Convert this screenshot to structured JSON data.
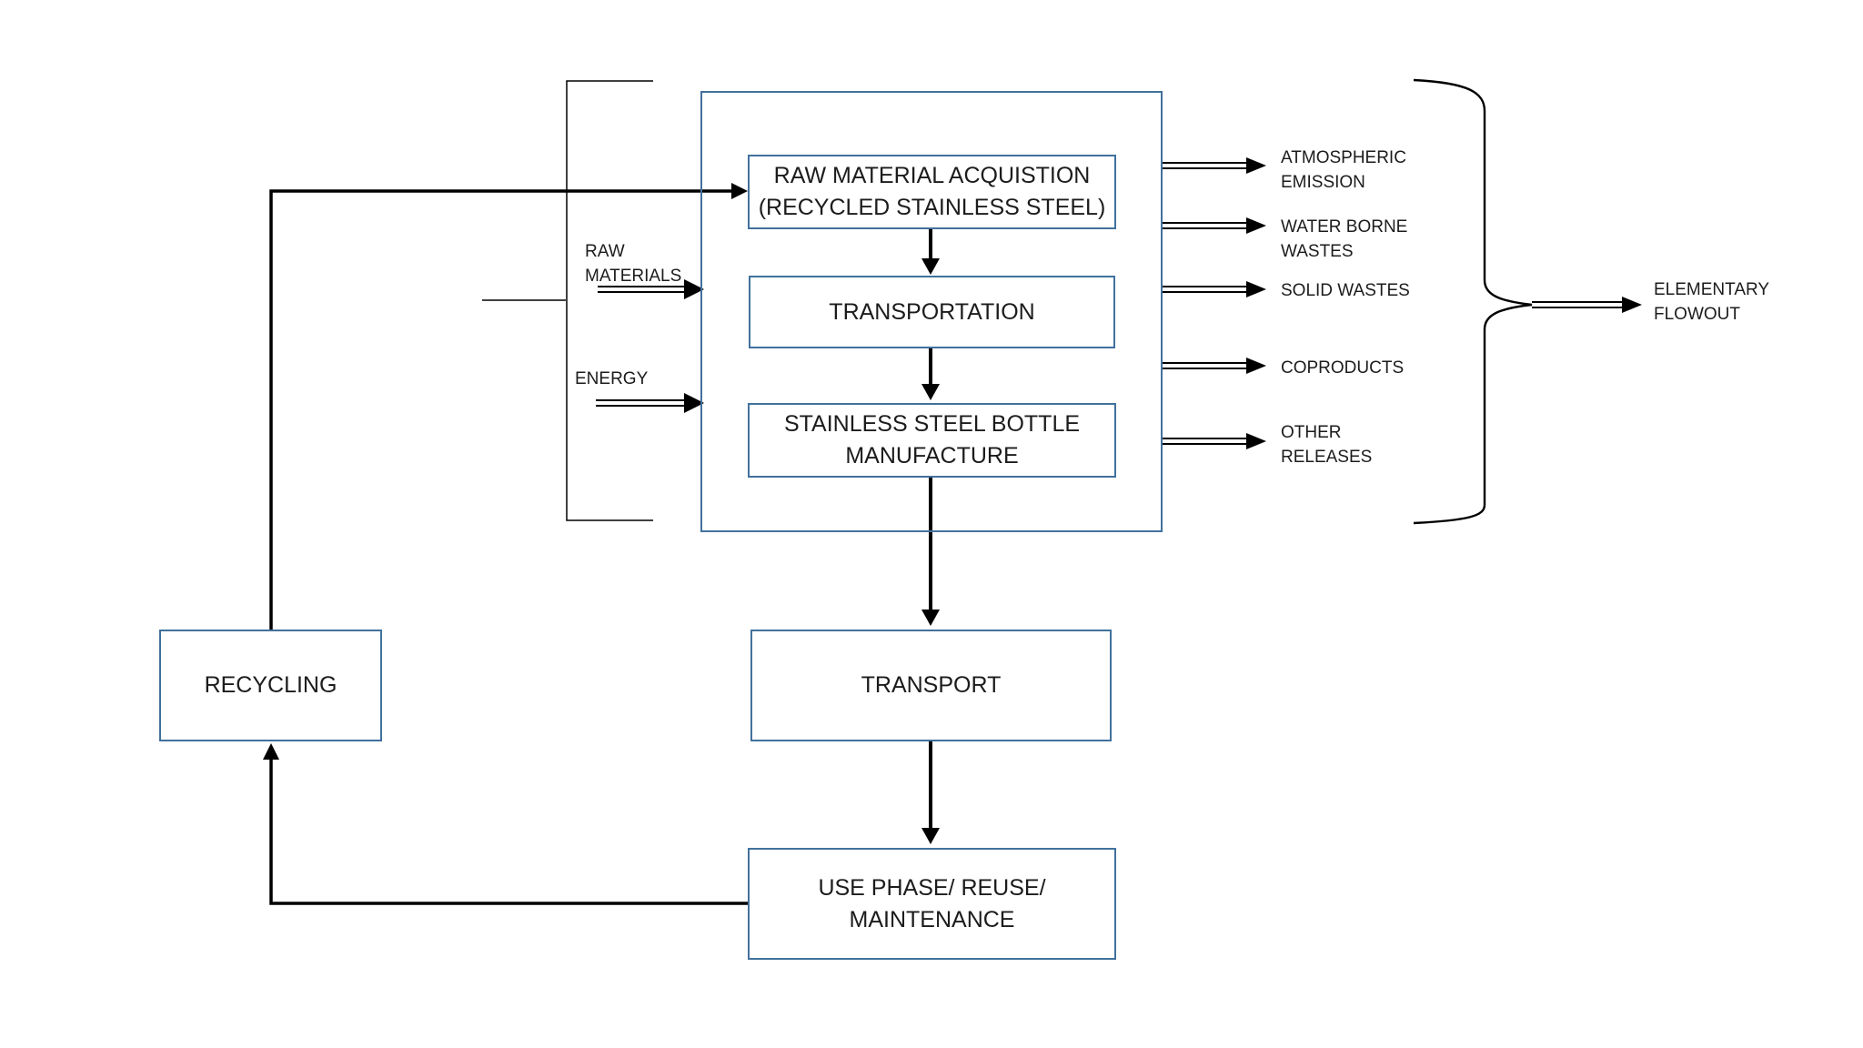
{
  "diagram": {
    "kind": "life-cycle-flow-diagram",
    "process_boxes": {
      "raw_material_acquisition": {
        "lines": [
          "RAW MATERIAL ACQUISTION",
          "(RECYCLED STAINLESS STEEL)"
        ]
      },
      "transportation": {
        "lines": [
          "TRANSPORTATION"
        ]
      },
      "bottle_manufacture": {
        "lines": [
          "STAINLESS STEEL BOTTLE",
          "MANUFACTURE"
        ]
      },
      "transport": {
        "lines": [
          "TRANSPORT"
        ]
      },
      "use_phase": {
        "lines": [
          "USE PHASE/ REUSE/",
          "MAINTENANCE"
        ]
      },
      "recycling": {
        "lines": [
          "RECYCLING"
        ]
      }
    },
    "inputs": {
      "raw_materials": {
        "lines": [
          "RAW",
          "MATERIALS"
        ]
      },
      "energy": {
        "lines": [
          "ENERGY"
        ]
      }
    },
    "outputs": {
      "atmospheric_emission": {
        "lines": [
          "ATMOSPHERIC",
          "EMISSION"
        ]
      },
      "water_borne_wastes": {
        "lines": [
          "WATER BORNE",
          "WASTES"
        ]
      },
      "solid_wastes": {
        "lines": [
          "SOLID WASTES"
        ]
      },
      "coproducts": {
        "lines": [
          "COPRODUCTS"
        ]
      },
      "other_releases": {
        "lines": [
          "OTHER",
          "RELEASES"
        ]
      }
    },
    "flowout": {
      "lines": [
        "ELEMENTARY",
        "FLOWOUT"
      ]
    },
    "colors": {
      "box_border": "#41719C",
      "line": "#000000",
      "text": "#1c1c1c",
      "background": "#ffffff"
    }
  }
}
